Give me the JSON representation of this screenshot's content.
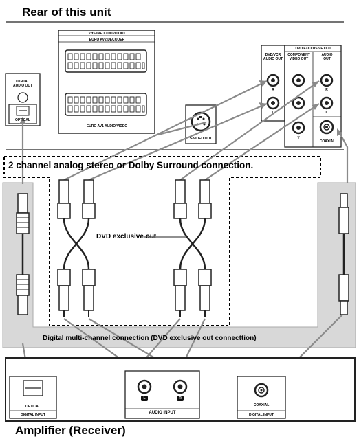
{
  "titles": {
    "rear": "Rear of this unit",
    "amplifier": "Amplifier (Receiver)"
  },
  "unit": {
    "digital_audio_out": "DIGITAL\nAUDIO OUT",
    "optical": "OPTICAL",
    "vhs_out": "VHS IN+OUT/DVD OUT",
    "euro_av2": "EURO AV2 DECODER",
    "euro_av1": "EURO AV1 AUDIO/VIDEO",
    "svideo_out": "S-VIDEO OUT",
    "dvd_exclusive_out": "DVD EXCLUSIVE OUT",
    "dvdvcr_audio_out": "DVD/VCR\nAUDIO OUT",
    "component_video_out": "COMPONENT\nVIDEO OUT",
    "audio_out": "AUDIO\nOUT",
    "coaxial": "COAXIAL",
    "jack_r": "R",
    "jack_l": "L",
    "jack_y": "Y"
  },
  "connections": {
    "analog_label": "2 channel analog stereo or Dolby Surround connection.",
    "dvd_exclusive_label": "DVD exclusive out",
    "digital_label": "Digital multi-channel connection (DVD exclusive out connecttion)"
  },
  "amplifier": {
    "optical": "OPTICAL",
    "digital_input_left": "DIGITAL INPUT",
    "audio_input": "AUDIO INPUT",
    "jack_l": "L",
    "jack_r": "R",
    "coaxial": "COAXIAL",
    "digital_input_right": "DIGITAL INPUT"
  }
}
